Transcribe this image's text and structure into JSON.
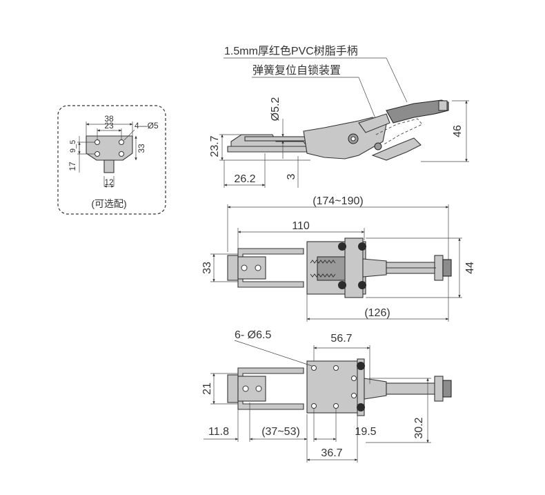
{
  "callouts": {
    "handle_material": "1.5mm厚红色PVC树脂手柄",
    "spring_lock": "弹簧复位自锁装置"
  },
  "optional_plate": {
    "caption": "(可选配)",
    "dims": {
      "width_38": "38",
      "width_23": "23",
      "holes": "4—Ø5",
      "h_9_5": "9_5",
      "h_17": "17",
      "h_33": "33",
      "w_12": "12"
    }
  },
  "side_view": {
    "dims": {
      "rod_dia": "Ø5.2",
      "height_23_7": "23.7",
      "len_26_2": "26.2",
      "gap_3": "3",
      "height_46": "46"
    }
  },
  "top_view": {
    "dims": {
      "overall": "(174~190)",
      "len_110": "110",
      "width_33": "33",
      "width_44": "44",
      "len_126": "(126)"
    }
  },
  "bottom_view": {
    "dims": {
      "holes": "6- Ø6.5",
      "len_56_7": "56.7",
      "width_21": "21",
      "len_11_8": "11.8",
      "len_37_53": "(37~53)",
      "len_19_5": "19.5",
      "len_36_7": "36.7",
      "height_30_2": "30.2"
    }
  }
}
